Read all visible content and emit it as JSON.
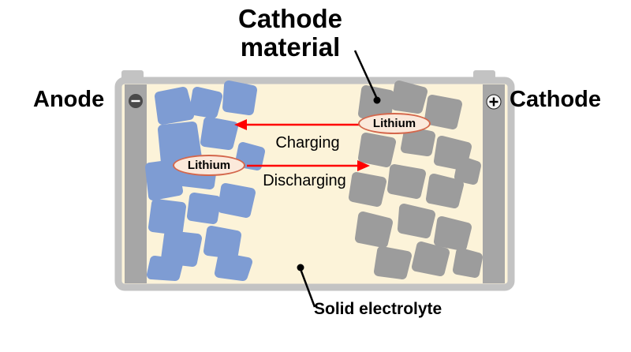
{
  "diagram": {
    "type": "battery-schematic",
    "title": "Cathode material",
    "labels": {
      "anode": "Anode",
      "cathode": "Cathode",
      "charging": "Charging",
      "discharging": "Discharging",
      "lithium": "Lithium",
      "solid_electrolyte": "Solid electrolyte"
    },
    "icons": {
      "anode_terminal": "minus-circle-icon",
      "cathode_terminal": "plus-circle-icon"
    },
    "colors": {
      "background": "#FFFFFF",
      "electrolyte_fill": "#FCF3D9",
      "casing_gray": "#C3C3C3",
      "electrode_gray": "#A6A6A6",
      "anode_particles_blue": "#7E9CD3",
      "cathode_particles_gray": "#9C9C9C",
      "arrow_red": "#FF0000",
      "lithium_oval_fill": "#FBE9DB",
      "lithium_oval_border": "#D4674C",
      "text_black": "#000000"
    }
  }
}
